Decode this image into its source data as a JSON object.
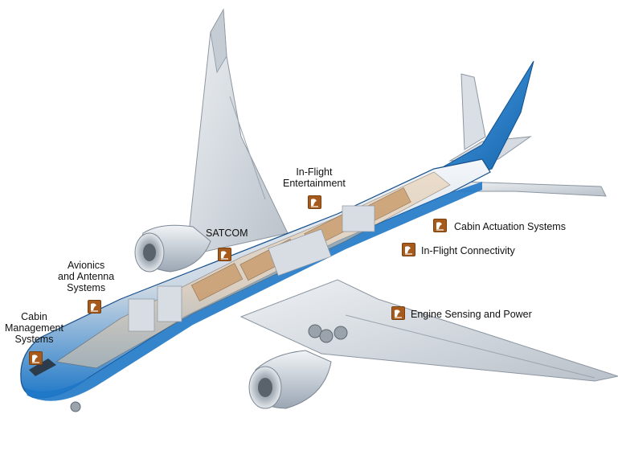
{
  "colors": {
    "fuselage_blue": "#1f78c8",
    "fuselage_light": "#dfe8f2",
    "wing_gray": "#d4d9df",
    "badge_brown": "#a65a1c",
    "label_text": "#111111"
  },
  "badge_icon": "flight-systems-icon",
  "callouts": [
    {
      "id": "cabin-management",
      "text": "Cabin\nManagement\nSystems"
    },
    {
      "id": "avionics-antenna",
      "text": "Avionics\nand Antenna\nSystems"
    },
    {
      "id": "satcom",
      "text": "SATCOM"
    },
    {
      "id": "in-flight-entertainment",
      "text": "In-Flight\nEntertainment"
    },
    {
      "id": "cabin-actuation",
      "text": "Cabin Actuation Systems"
    },
    {
      "id": "in-flight-connectivity",
      "text": "In-Flight Connectivity"
    },
    {
      "id": "engine-sensing-power",
      "text": "Engine Sensing and Power"
    }
  ]
}
